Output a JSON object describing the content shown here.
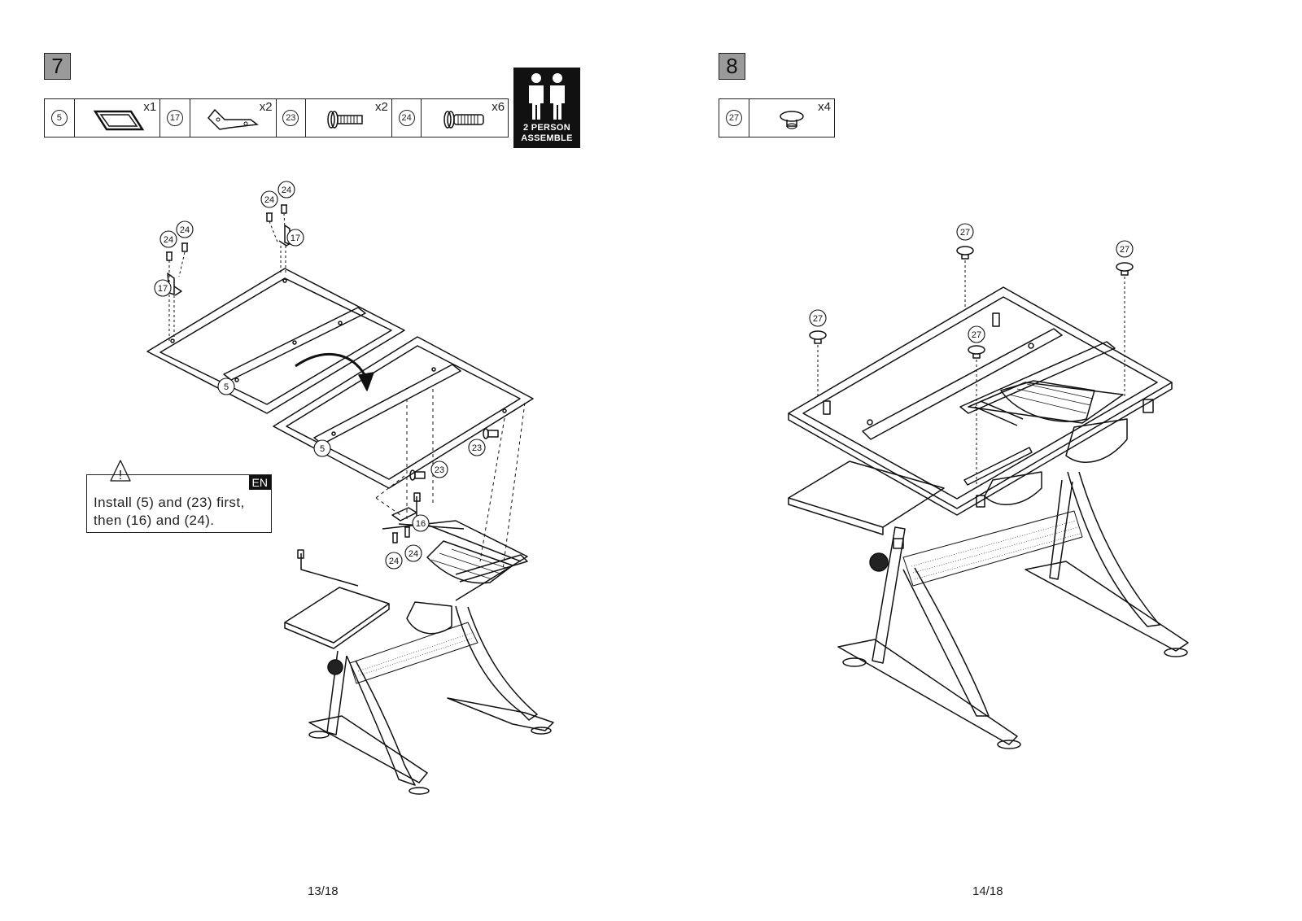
{
  "step7": {
    "number": "7",
    "parts": [
      {
        "id": "5",
        "qty": "x1",
        "icon": "panel-frame-icon"
      },
      {
        "id": "17",
        "qty": "x2",
        "icon": "l-bracket-icon"
      },
      {
        "id": "23",
        "qty": "x2",
        "icon": "bolt-icon"
      },
      {
        "id": "24",
        "qty": "x6",
        "icon": "screw-icon"
      }
    ],
    "badge": {
      "line1": "2 PERSON",
      "line2": "ASSEMBLE"
    },
    "callouts": {
      "c24a": "24",
      "c24b": "24",
      "c24c": "24",
      "c24d": "24",
      "c17a": "17",
      "c17b": "17",
      "c5a": "5",
      "c5b": "5",
      "c23a": "23",
      "c23b": "23",
      "c16": "16",
      "c24e": "24",
      "c24f": "24"
    },
    "warning": {
      "tag": "EN",
      "line1": "Install (5) and (23) first,",
      "line2": "then (16) and (24)."
    },
    "page": "13/18"
  },
  "step8": {
    "number": "8",
    "parts": [
      {
        "id": "27",
        "qty": "x4",
        "icon": "foot-cap-icon"
      }
    ],
    "callouts": {
      "c27a": "27",
      "c27b": "27",
      "c27c": "27",
      "c27d": "27"
    },
    "page": "14/18"
  }
}
